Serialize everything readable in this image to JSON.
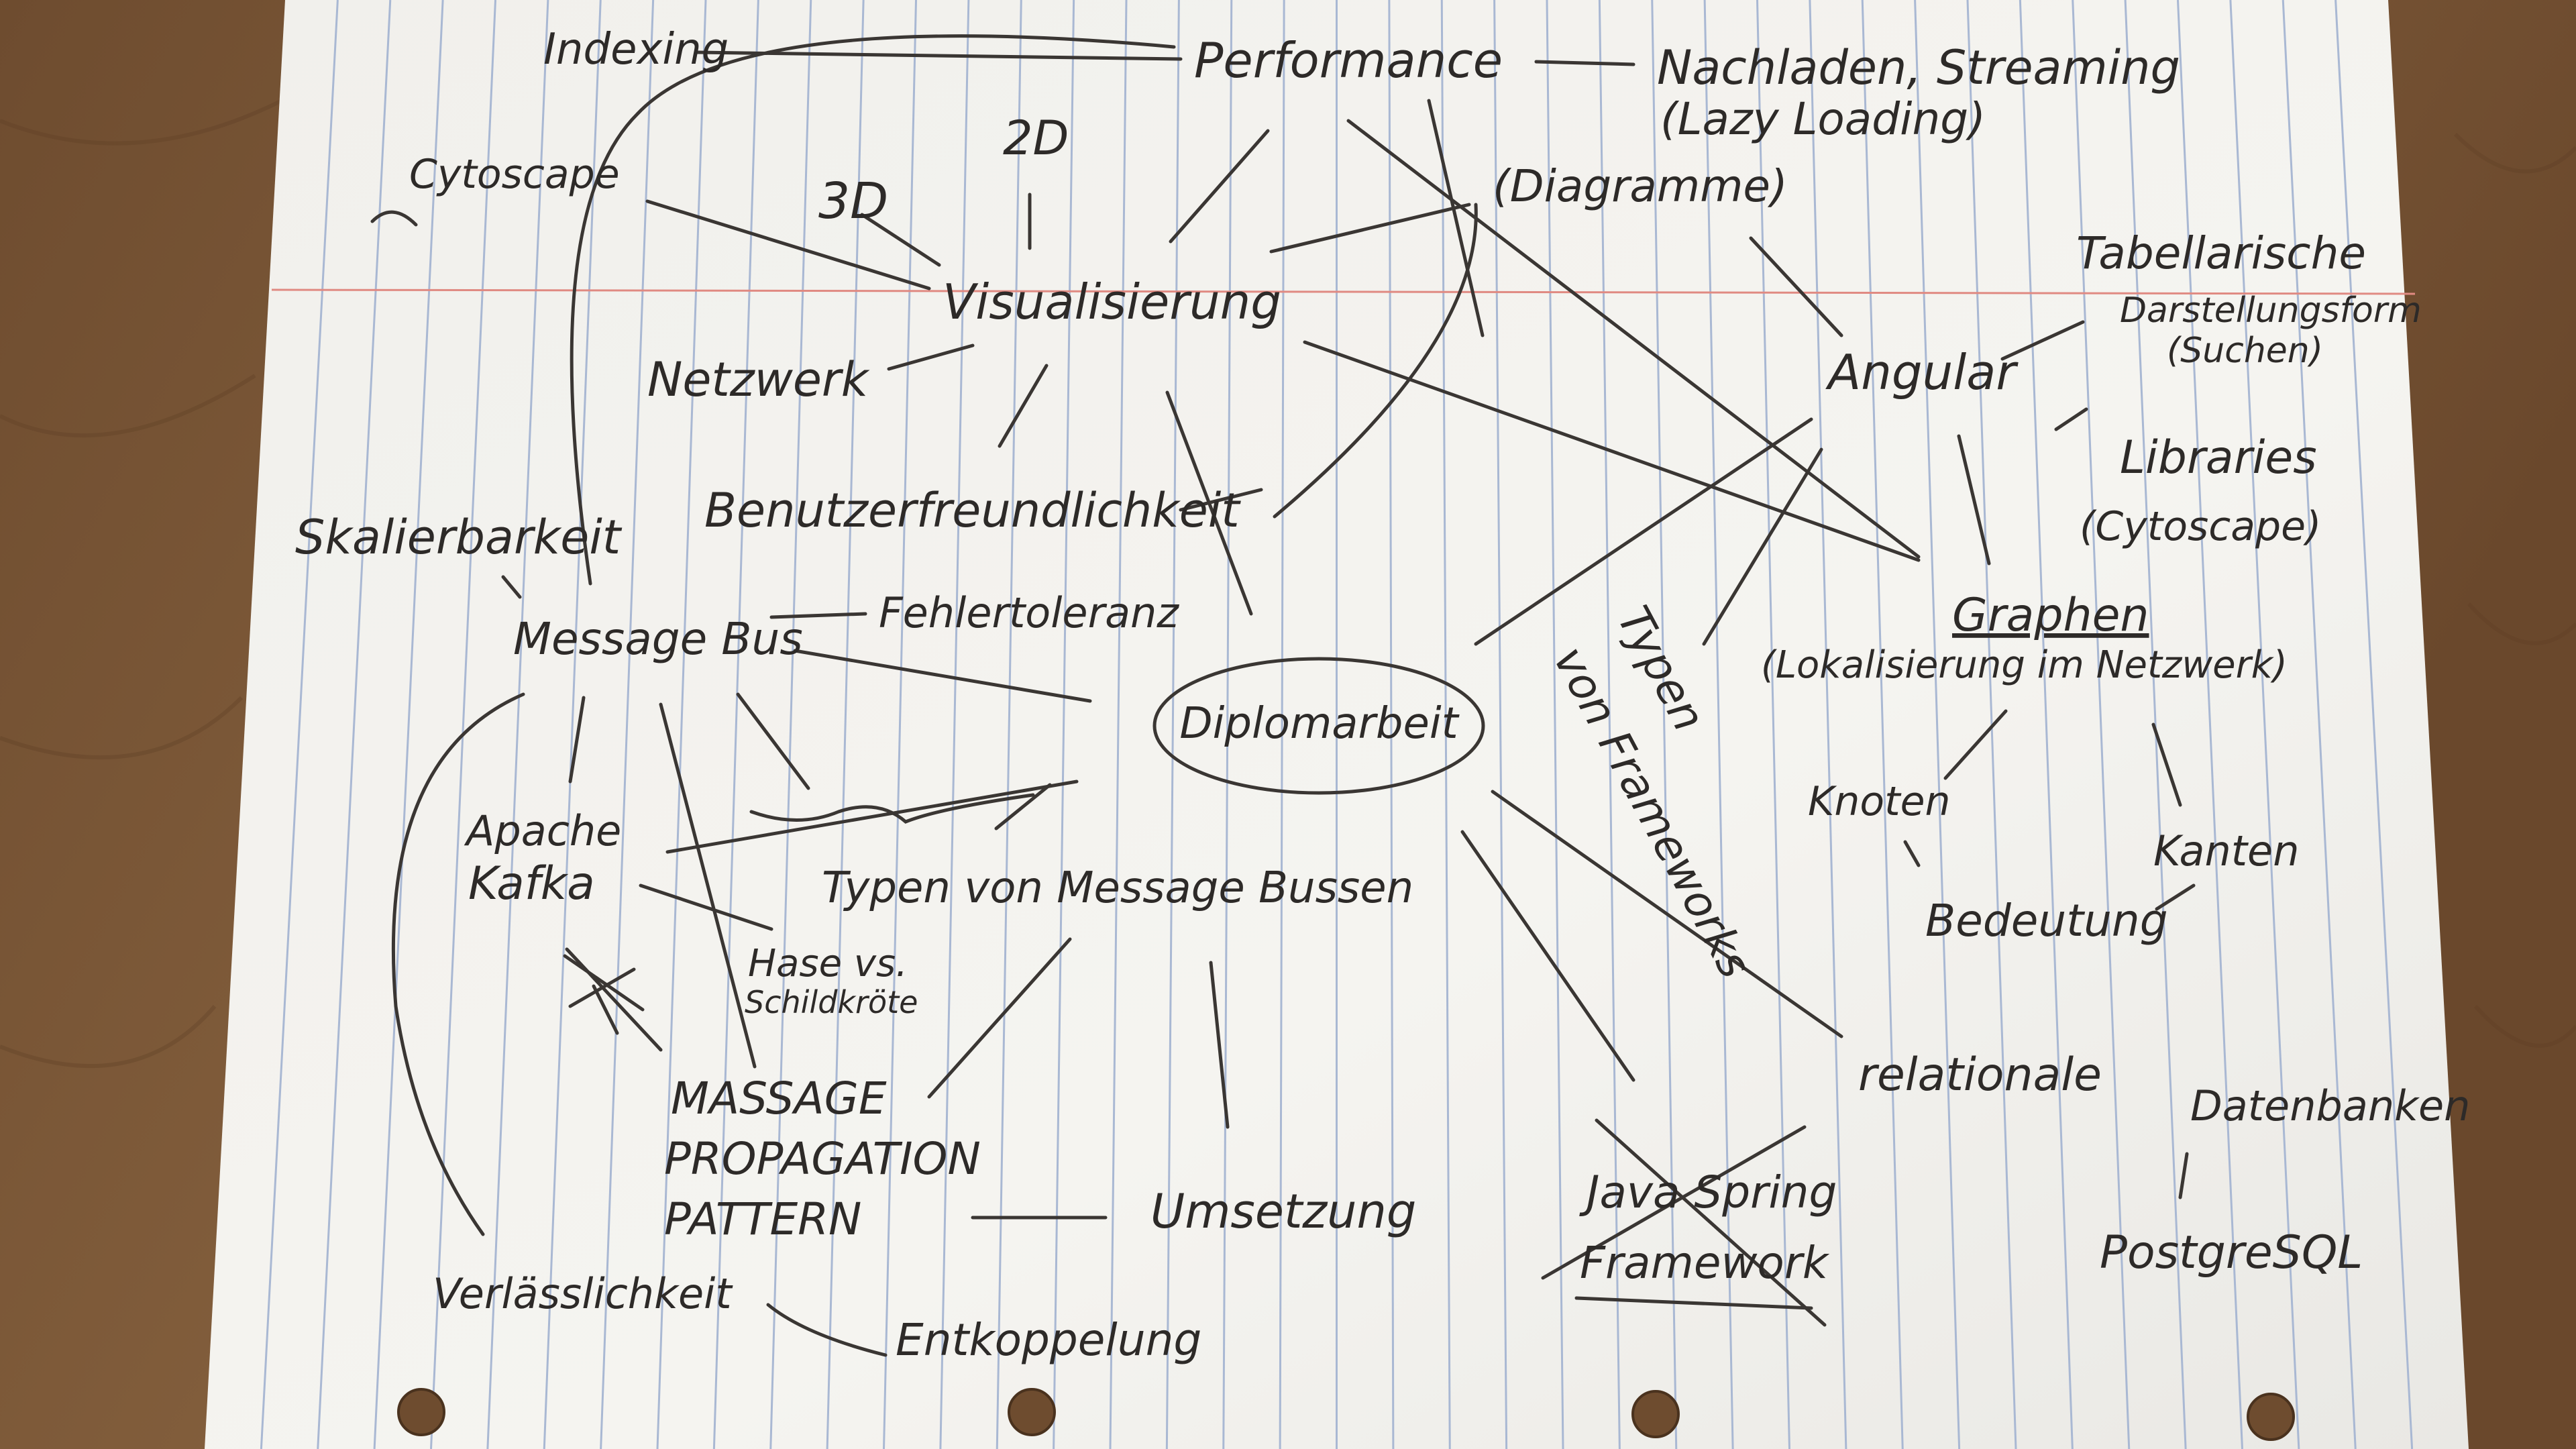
{
  "photo": {
    "subject": "handwritten mind map on lined notebook paper",
    "surface": "wooden desk",
    "colors": {
      "paper": "#f3f2ee",
      "ruling": "#a9b8d3",
      "margin_line": "#e08a82",
      "ink": "#2d2a28",
      "wood": "#7d5a3a"
    }
  },
  "words": {
    "center": "Diplomarbeit",
    "performance": "Performance",
    "indexing": "Indexing",
    "nachladen": "Nachladen, Streaming",
    "lazy_loading": "(Lazy Loading)",
    "diagramme": "(Diagramme)",
    "cytoscape": "Cytoscape",
    "d3": "3D",
    "d2": "2D",
    "visualisierung": "Visualisierung",
    "netzwerk": "Netzwerk",
    "benutzer": "Benutzerfreundlichkeit",
    "skalierbarkeit": "Skalierbarkeit",
    "message_bus": "Message Bus",
    "fehlertoleranz": "Fehlertoleranz",
    "apache": "Apache",
    "kafka": "Kafka",
    "typen_mb": "Typen von Message Bussen",
    "hase": "Hase vs.",
    "schildkroete": "Schildkröte",
    "massage": "MASSAGE",
    "propagation": "PROPAGATION",
    "pattern": "PATTERN",
    "umsetzung": "Umsetzung",
    "verlaesslichkeit": "Verlässlichkeit",
    "entkoppelung": "Entkoppelung",
    "tabellarische": "Tabellarische",
    "darstellungsform": "Darstellungsform",
    "suchen": "(Suchen)",
    "angular": "Angular",
    "libraries": "Libraries",
    "cytoscape_paren": "(Cytoscape)",
    "graphen": "Graphen",
    "lokalisierung": "(Lokalisierung im Netzwerk)",
    "typen_fw_1": "Typen",
    "typen_fw_2": "von Frameworks",
    "knoten": "Knoten",
    "kanten": "Kanten",
    "bedeutung": "Bedeutung",
    "relationale": "relationale",
    "datenbanken": "Datenbanken",
    "postgresql": "PostgreSQL",
    "java_spring": "Java Spring",
    "framework": "Framework"
  }
}
